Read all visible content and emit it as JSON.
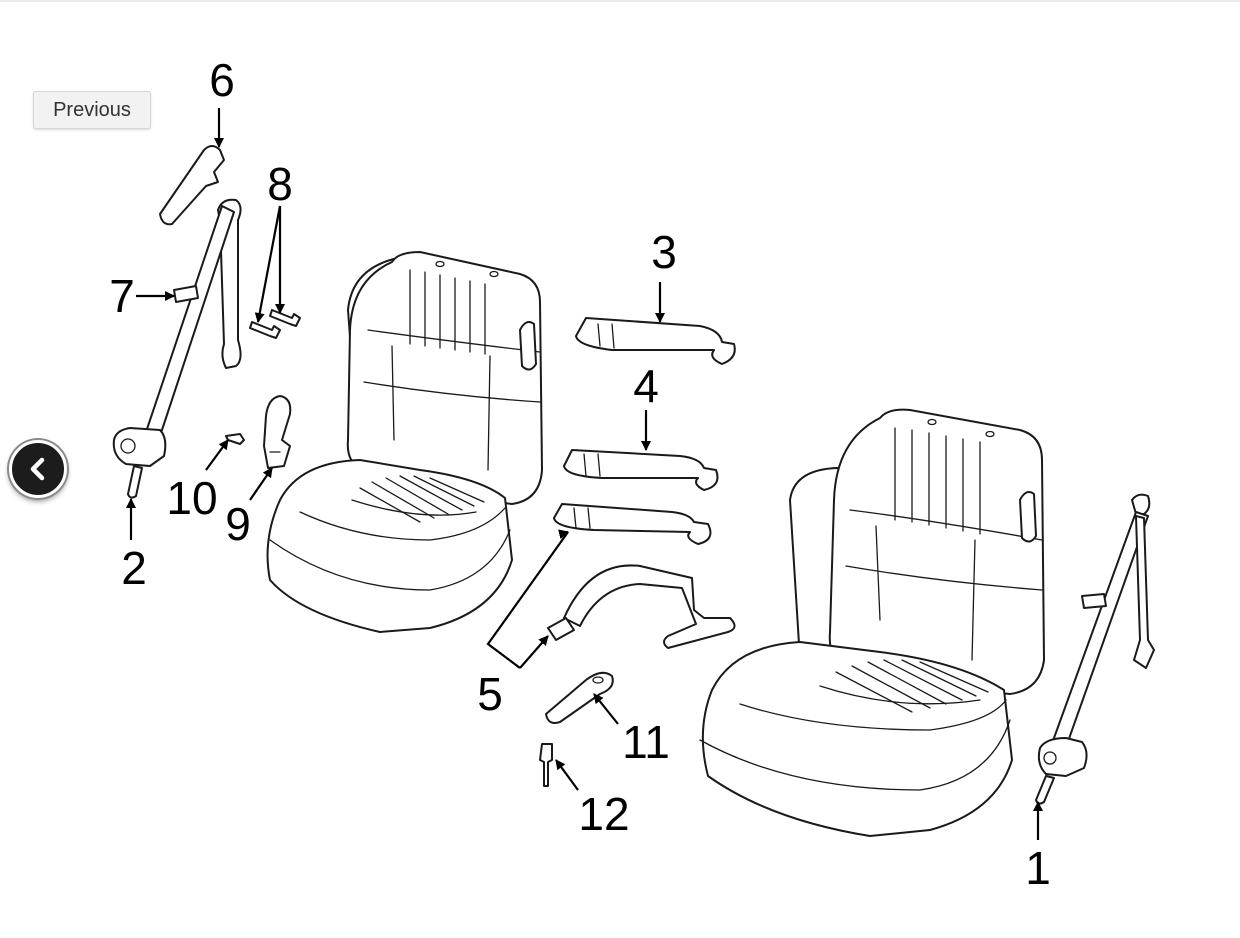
{
  "nav": {
    "previous_label": "Previous",
    "carousel_prev_icon": "chevron-left-icon"
  },
  "diagram": {
    "callouts": [
      "1",
      "2",
      "3",
      "4",
      "5",
      "6",
      "7",
      "8",
      "9",
      "10",
      "11",
      "12"
    ]
  }
}
